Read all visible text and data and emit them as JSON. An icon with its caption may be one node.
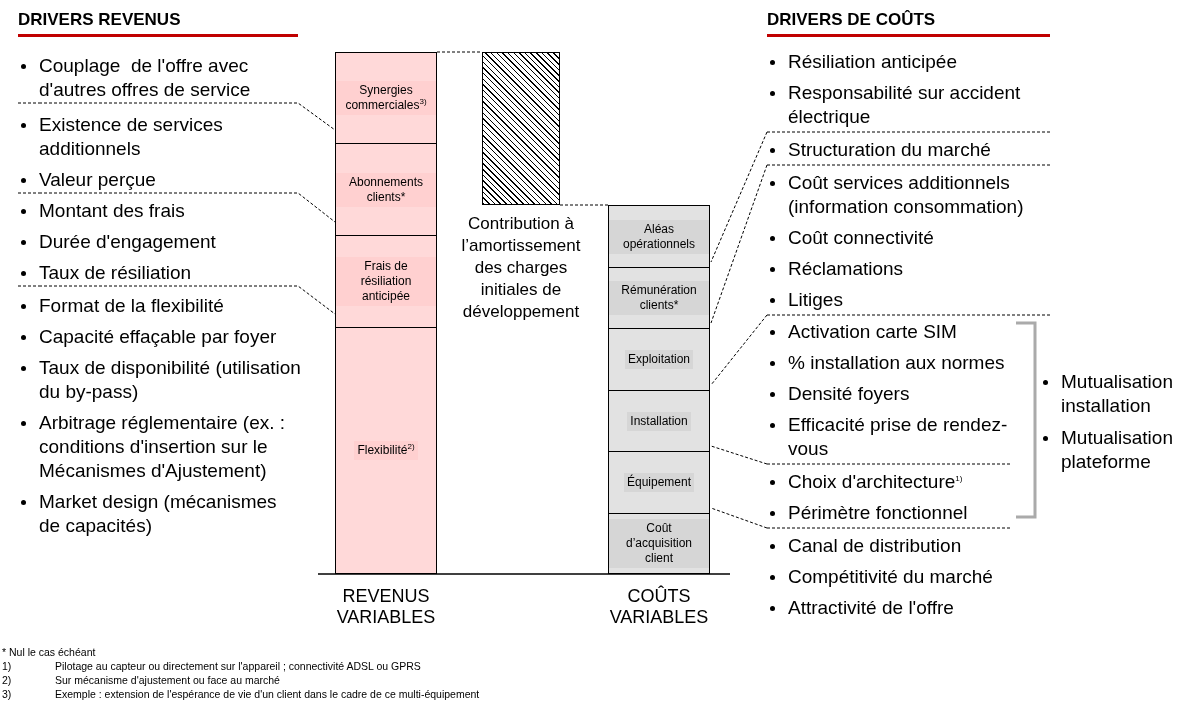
{
  "diagram": {
    "nodes": [
      {
        "text": [
          "Couplage  de l'offre avec d'autres offres de service"
        ]
      },
      {
        "text": [
          "Existence de services additionnels",
          "Valeur perçue"
        ]
      },
      {
        "text": [
          "Montant des frais",
          "Durée d'engagement",
          "Taux de résiliation"
        ]
      },
      {
        "text": [
          "Format de la flexibilité",
          "Capacité effaçable par foyer",
          "Taux de disponibilité (utilisation du by-pass)",
          "Arbitrage réglementaire (ex. : conditions d'insertion sur le Mécanismes d'Ajustement)",
          "Market design (mécanismes de capacités)"
        ]
      },
      {
        "text": [
          "Synergies commerciales$^{3)}$"
        ]
      },
      {
        "text": [
          "Abonnements clients*"
        ]
      },
      {
        "text": [
          "Frais de résiliation anticipée"
        ]
      },
      {
        "text": [
          "Flexibilité$^{2)}$"
        ]
      },
      {
        "text": [],
        "shape": "box",
        "beside": [
          "Contribution à l’amortissement des charges initiales de développement"
        ]
      },
      {
        "text": [
          "Aléas opérationnels"
        ]
      },
      {
        "text": [
          "Rémunération clients*"
        ]
      },
      {
        "text": [
          "Exploitation"
        ]
      },
      {
        "text": [
          "Installation"
        ]
      },
      {
        "text": [
          "Équipement"
        ]
      },
      {
        "text": [
          "Coût d’acquisition client"
        ]
      },
      {
        "text": [
          "Résiliation anticipée",
          "Responsabilité sur accident électrique"
        ]
      },
      {
        "text": [
          "Structuration du marché"
        ]
      },
      {
        "text": [
          "Coût services additionnels (information consommation)",
          "Coût connectivité",
          "Réclamations",
          "Litiges"
        ]
      },
      {
        "text": [
          "Activation carte SIM",
          "% installation aux normes",
          "Densité foyers",
          "Efficacité prise de rendez-vous"
        ]
      },
      {
        "text": [
          "Choix d'architecture$^{1)}$",
          "Périmètre fonctionnel"
        ]
      },
      {
        "text": [
          "Canal de distribution",
          "Compétitivité du marché",
          "Attractivité de l'offre"
        ]
      }
    ],
    "edges": [
      {
        "from": 0,
        "to": 4,
        "arrow": "none",
        "style": "dashed"
      },
      {
        "from": 1,
        "to": 5,
        "arrow": "none",
        "style": "dashed"
      },
      {
        "from": 2,
        "to": 6,
        "arrow": "none",
        "style": "dashed"
      },
      {
        "from": 4,
        "to": 8,
        "arrow": "none",
        "style": "dashed"
      },
      {
        "from": 8,
        "to": 9,
        "arrow": "none",
        "style": "dashed"
      },
      {
        "from": 15,
        "to": 9,
        "arrow": "none",
        "style": "dashed"
      },
      {
        "from": 16,
        "to": 10,
        "arrow": "none",
        "style": "dashed"
      },
      {
        "from": 17,
        "to": 11,
        "arrow": "none",
        "style": "dashed"
      },
      {
        "from": 18,
        "to": 12,
        "arrow": "none",
        "style": "dashed"
      },
      {
        "from": 19,
        "to": 13,
        "arrow": "none",
        "style": "dashed"
      }
    ],
    "labels": [
      "DRIVERS REVENUS",
      "DRIVERS DE COÛTS",
      "Mutualisation installation",
      "Mutualisation plateforme",
      "REVENUS VARIABLES",
      "COÛTS VARIABLES",
      "* Nul le cas échéant",
      "1)",
      "Pilotage au capteur ou directement sur l'appareil ; connectivité ADSL ou GPRS",
      "2)",
      "Sur mécanisme d'ajustement ou face au marché",
      "3)",
      "Exemple : extension de l'espérance de vie d'un client dans le cadre de ce multi-équipement"
    ]
  }
}
